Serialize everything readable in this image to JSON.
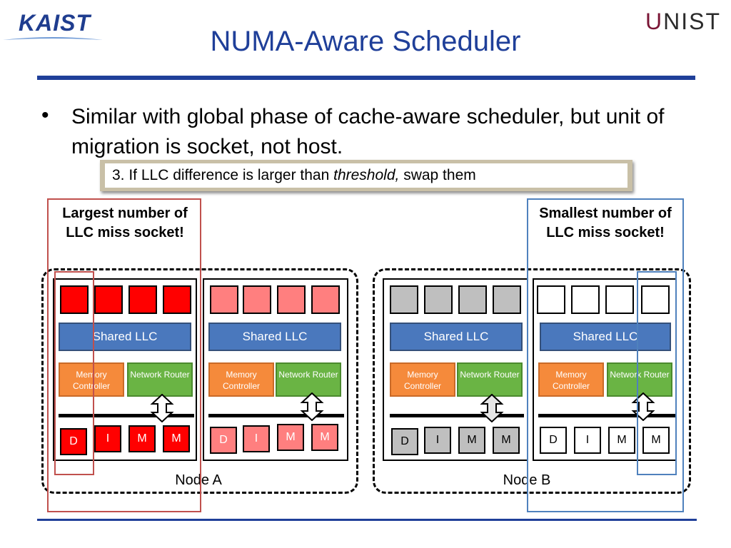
{
  "header": {
    "kaist_logo": "KAIST",
    "unist_logo_u": "U",
    "unist_logo_rest": "NIST",
    "title": "NUMA-Aware Scheduler"
  },
  "bullet": {
    "text": "Similar with global phase of cache-aware scheduler, but unit of migration is socket, not host."
  },
  "callout": {
    "prefix": "3. If LLC difference is larger than ",
    "emphasis": "threshold,",
    "suffix": " swap them"
  },
  "labels": {
    "largest": "Largest number of LLC miss socket!",
    "smallest": "Smallest number of LLC miss socket!"
  },
  "component_labels": {
    "llc": "Shared LLC",
    "memory_controller": "Memory Controller",
    "network_router": "Network Router",
    "d": "D",
    "i": "I",
    "m": "M"
  },
  "nodes": [
    {
      "label": "Node A"
    },
    {
      "label": "Node B"
    }
  ],
  "colors": {
    "hot_socket": "#ff0000",
    "warm_socket": "#ff7f7f",
    "grey_socket": "#bfbfbf",
    "cold_socket": "#ffffff",
    "title_blue": "#1f3f99",
    "llc_blue": "#4a78bd",
    "memory_orange": "#f58a3b",
    "router_green": "#6ab444",
    "highlight_red": "#c0504d",
    "highlight_blue": "#4f81bd"
  }
}
